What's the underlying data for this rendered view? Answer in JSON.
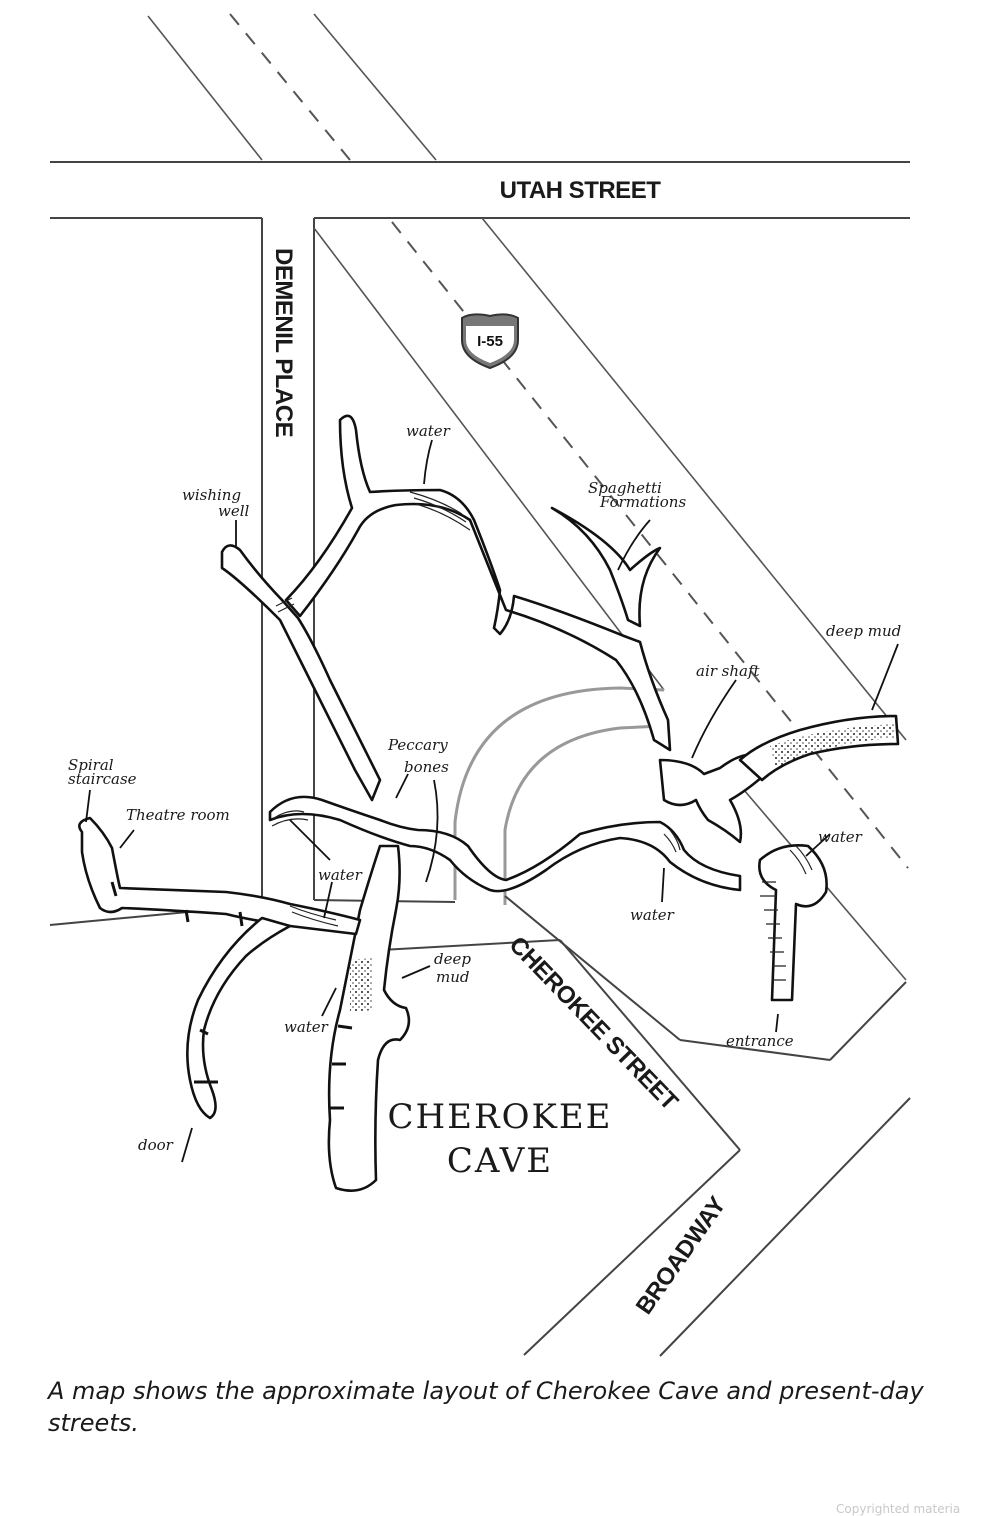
{
  "map": {
    "streets": {
      "utah": "UTAH STREET",
      "demenil": "DEMENIL PLACE",
      "cherokee": "CHEROKEE STREET",
      "broadway": "BROADWAY"
    },
    "highway_shield": "I-55",
    "cave_title_line1": "CHEROKEE",
    "cave_title_line2": "CAVE",
    "labels": {
      "water_top": "water",
      "wishing_well_1": "wishing",
      "wishing_well_2": "well",
      "spaghetti_1": "Spaghetti",
      "spaghetti_2": "Formations",
      "deep_mud_right": "deep mud",
      "air_shaft": "air shaft",
      "peccary_1": "Peccary",
      "peccary_2": "bones",
      "spiral_1": "Spiral",
      "spiral_2": "staircase",
      "theatre_room": "Theatre room",
      "water_mid": "water",
      "water_center": "water",
      "water_right": "water",
      "deep_mud_center_1": "deep",
      "deep_mud_center_2": "mud",
      "water_lower": "water",
      "entrance": "entrance",
      "door": "door"
    },
    "colors": {
      "ink": "#1a1a1a",
      "shield_fill": "#777777",
      "background": "#ffffff"
    }
  },
  "caption": "A map shows the approximate layout of Cherokee Cave and present-day streets.",
  "footer": "Copyrighted materia"
}
